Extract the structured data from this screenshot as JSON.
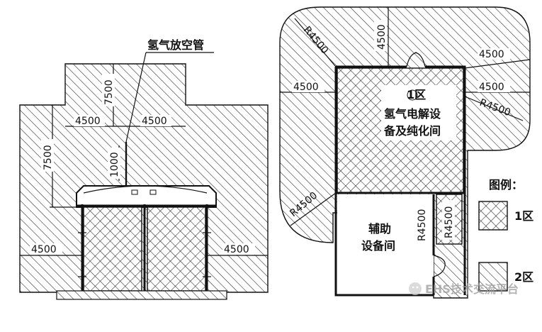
{
  "left_figure": {
    "vent_pipe_label": "氢气放空管",
    "dim_top_left": "4500",
    "dim_top_right": "4500",
    "dim_vertical_top": "7500",
    "dim_vertical_left": "7500",
    "dim_pipe_height": "1000",
    "dim_bottom_left": "4500",
    "dim_bottom_right": "4500"
  },
  "right_figure": {
    "radius_top_left": "R4500",
    "dim_top_vertical": "4500",
    "dim_right_upper": "4500",
    "dim_right_lower": "4500",
    "radius_right": "R4500",
    "dim_left": "4500",
    "radius_bottom_left": "R4500",
    "zone_marker": "1区",
    "electrolysis_room_line1": "氢气电解设",
    "electrolysis_room_line2": "备及纯化间",
    "aux_room_line1": "辅助",
    "aux_room_line2": "设备间",
    "radius_aux_1": "R4500",
    "radius_aux_2": "R4500"
  },
  "legend": {
    "title": "图例：",
    "zone1": "1区",
    "zone2": "2区"
  },
  "watermark": "EHS技术交流平台"
}
